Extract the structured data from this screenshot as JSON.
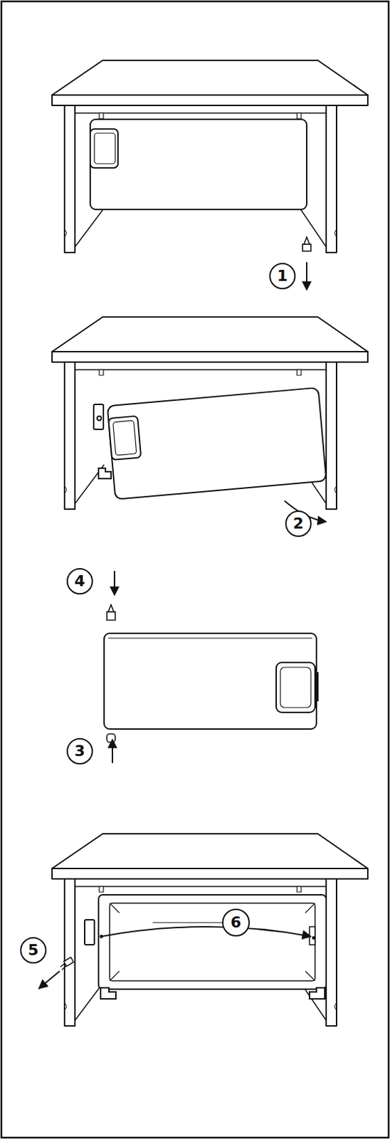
{
  "diagram": {
    "labels": [
      "1",
      "2",
      "4",
      "3",
      "5",
      "6"
    ]
  }
}
